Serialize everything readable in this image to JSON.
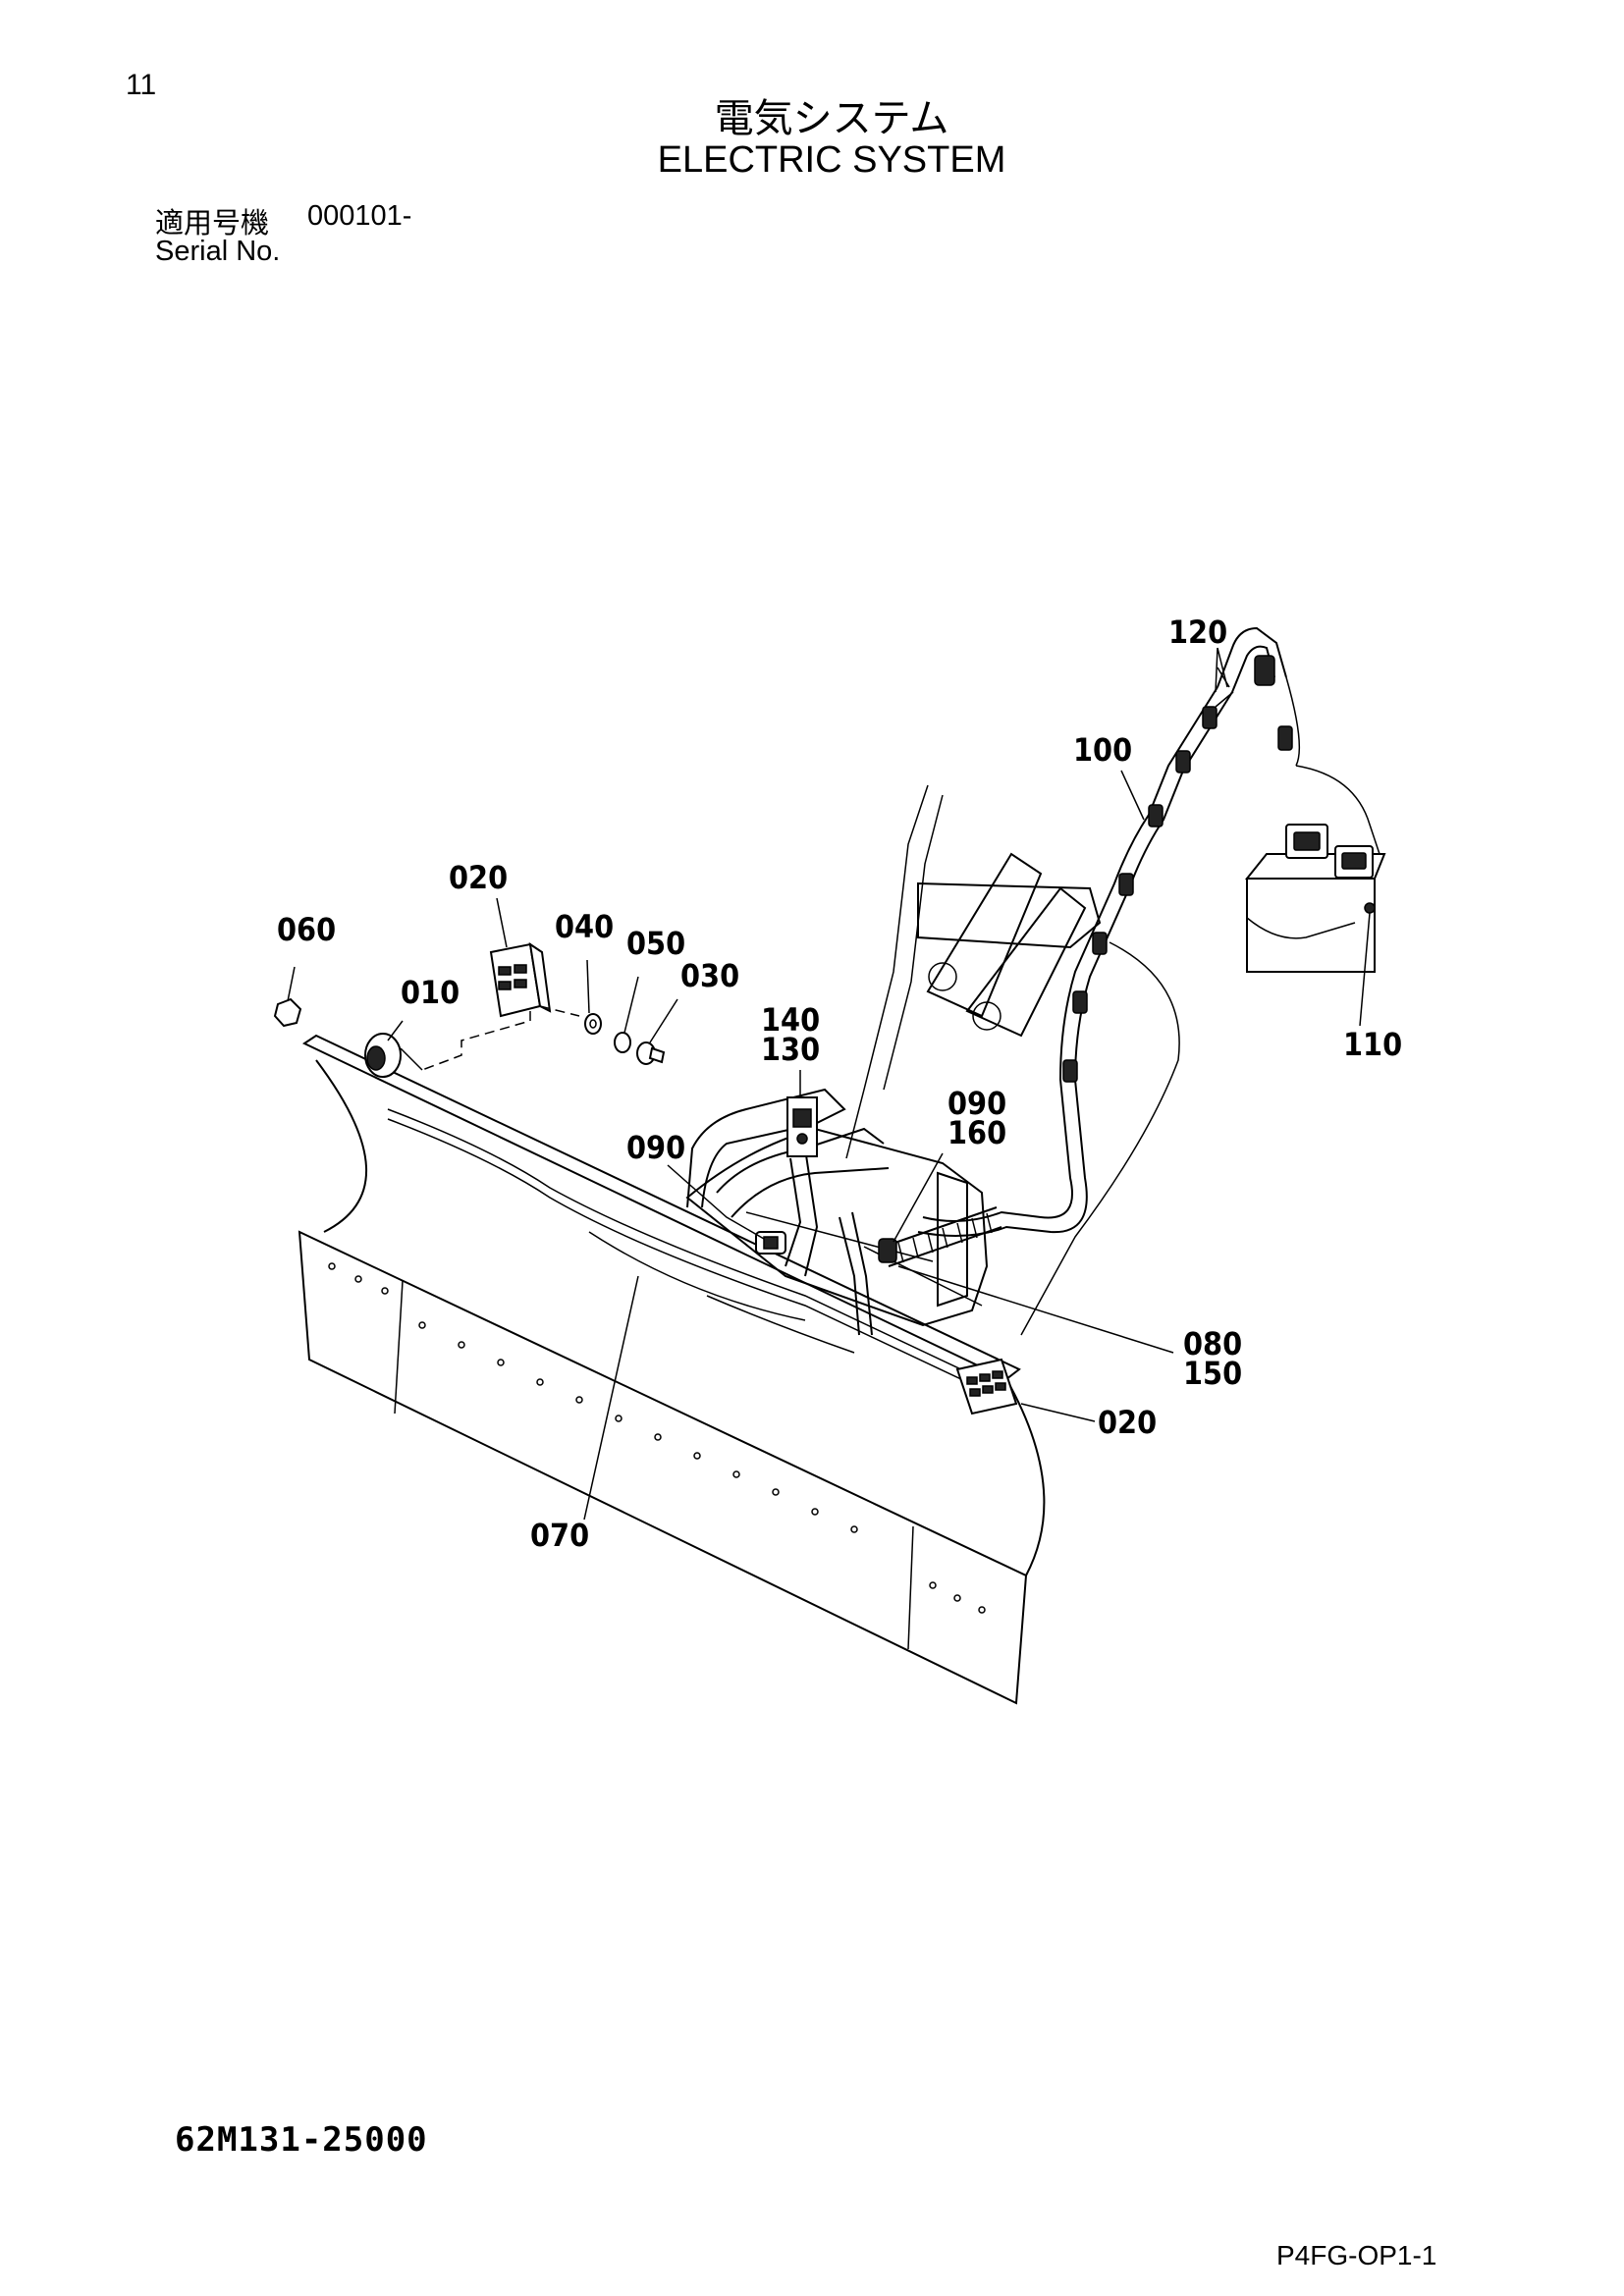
{
  "page_number": "11",
  "title_jp": "電気システム",
  "title_en": "ELECTRIC SYSTEM",
  "serial": {
    "label_jp": "適用号機",
    "value": "000101-",
    "label_en": "Serial No."
  },
  "callouts": {
    "c120": "120",
    "c100": "100",
    "c020a": "020",
    "c060": "060",
    "c040": "040",
    "c050": "050",
    "c030": "030",
    "c010": "010",
    "c140": "140",
    "c130": "130",
    "c110": "110",
    "c090a": "090",
    "c090b": "090",
    "c160": "160",
    "c080": "080",
    "c150": "150",
    "c020b": "020",
    "c070": "070"
  },
  "drawing_number": "62M131-25000",
  "page_code": "P4FG-OP1-1"
}
